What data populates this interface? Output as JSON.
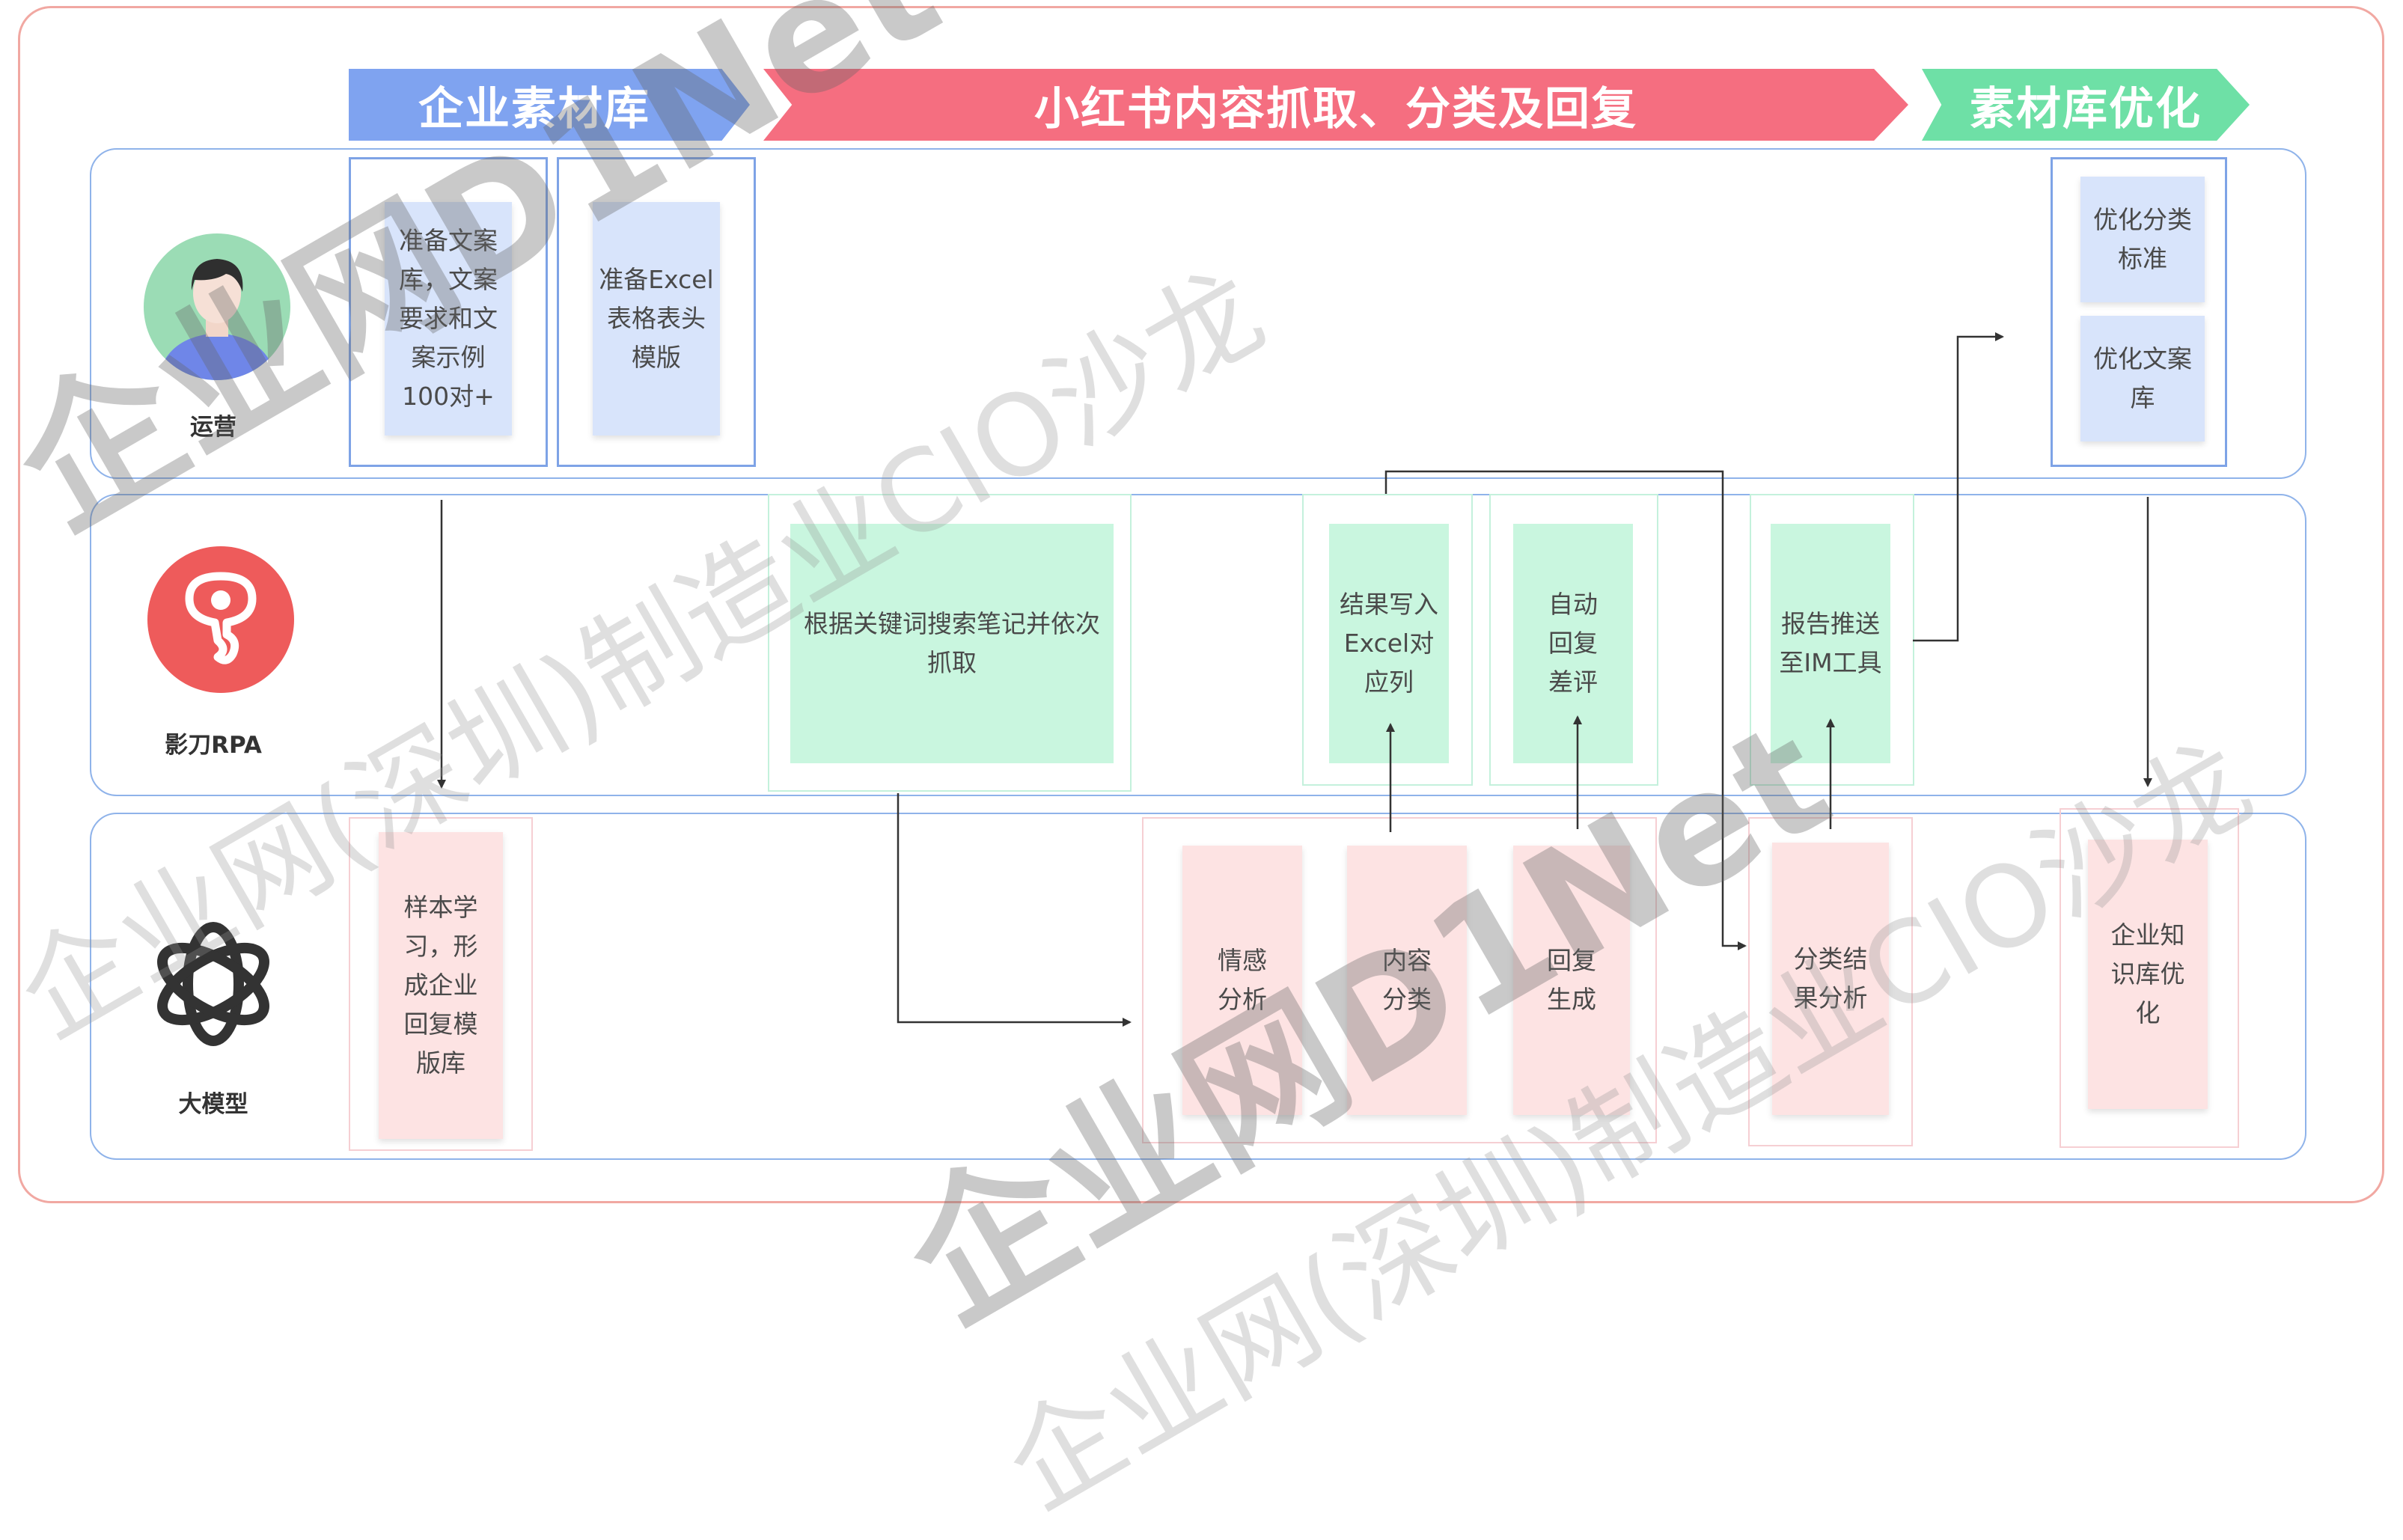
{
  "banners": {
    "material_library": "企业素材库",
    "capture_classify_reply": "小红书内容抓取、分类及回复",
    "library_optimize": "素材库优化"
  },
  "roles": {
    "ops": "运营",
    "rpa": "影刀RPA",
    "llm": "大模型"
  },
  "ops_tasks": {
    "copy_library": "准备文案库，文案要求和文案示例100对+",
    "excel_template": "准备Excel表格表头模版",
    "optimize_categories": "优化分类标准",
    "optimize_copy_library": "优化文案库"
  },
  "rpa_tasks": {
    "search_capture": "根据关键词搜索笔记并依次抓取",
    "write_excel": "结果写入Excel对应列",
    "auto_reply": "自动回复差评",
    "report_push": "报告推送至IM工具"
  },
  "llm_tasks": {
    "sample_learning": "样本学习，形成企业回复模版库",
    "sentiment": "情感分析",
    "content_classify": "内容分类",
    "reply_generate": "回复生成",
    "classify_analysis": "分类结果分析",
    "kb_optimize": "企业知识库优化"
  },
  "watermarks": {
    "brand": "企业网D1Net",
    "salon": "企业网(深圳)制造业CIO沙龙"
  },
  "colors": {
    "ops_box": "#d8e4fb",
    "rpa_box": "#c9f6df",
    "llm_box": "#fde3e3",
    "banner_blue": "#7fa3f0",
    "banner_red": "#f56e80",
    "banner_green": "#6ee0a6"
  },
  "icons": {
    "ops": "person-avatar-icon",
    "rpa": "yingdao-rpa-logo-icon",
    "llm": "openai-knot-icon"
  }
}
